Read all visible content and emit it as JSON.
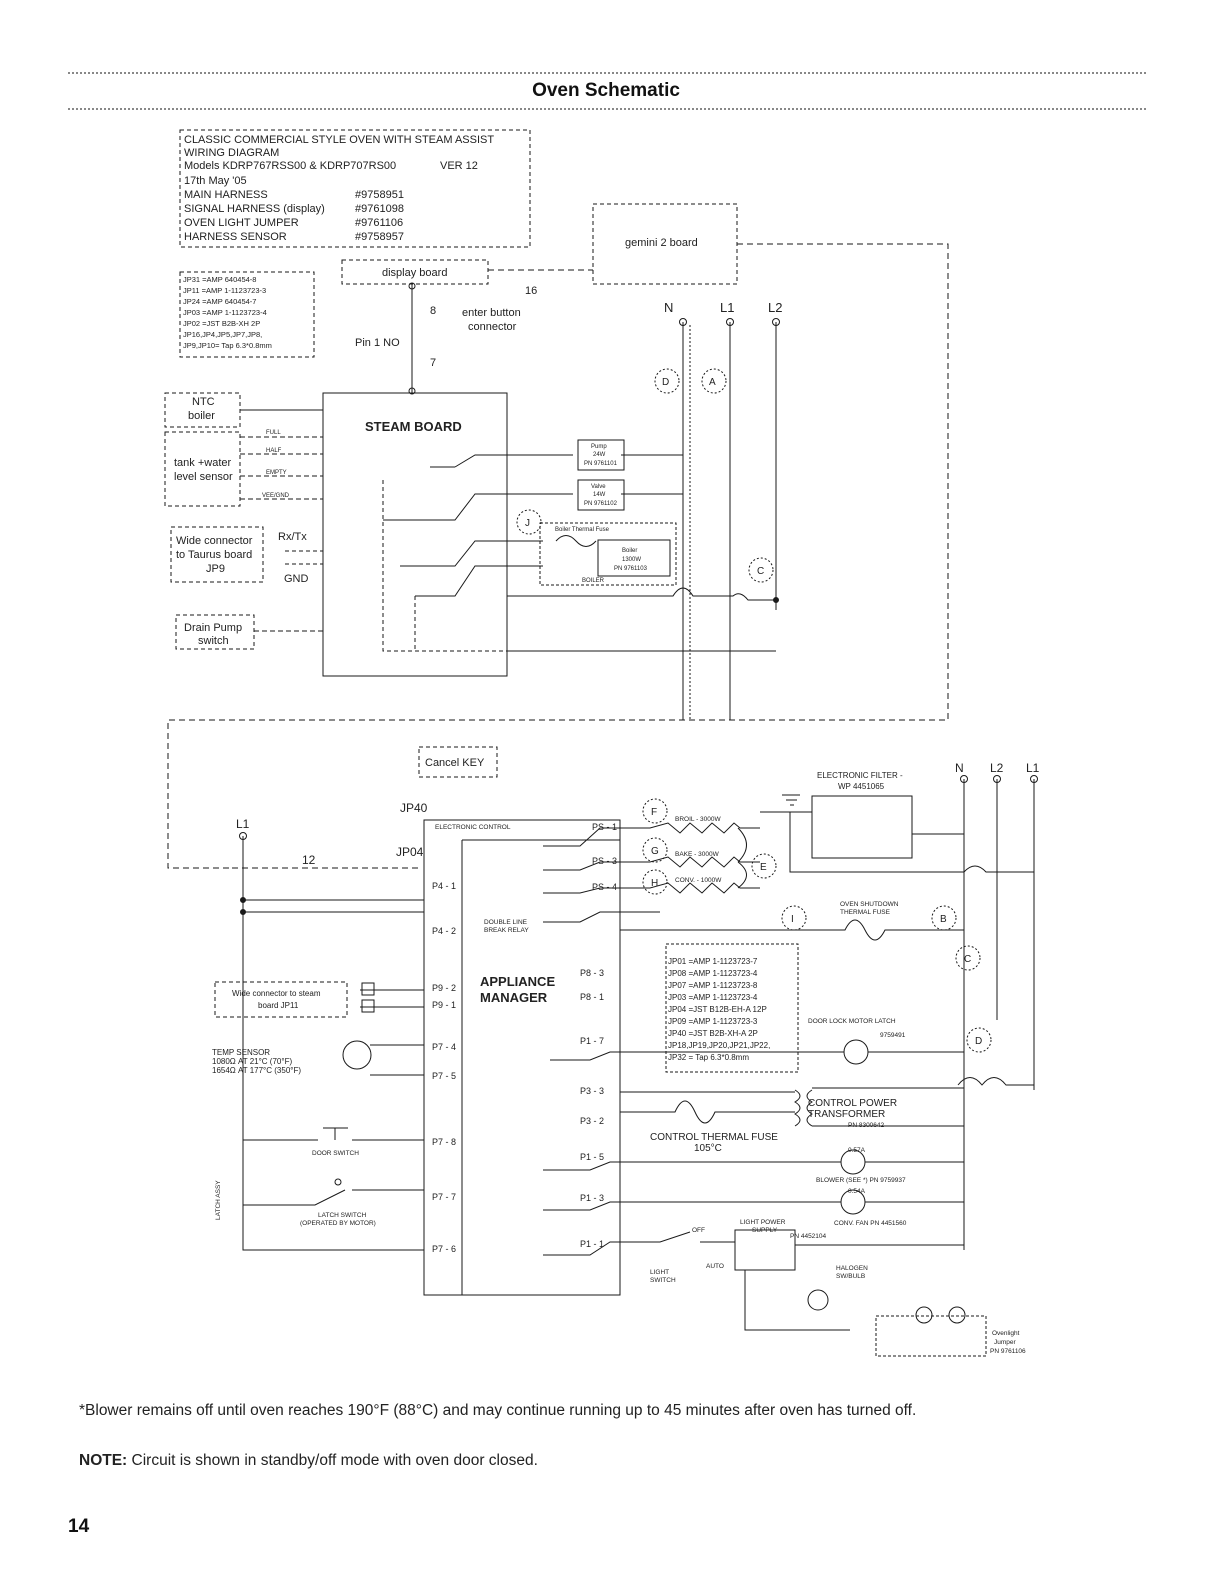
{
  "page": {
    "title": "Oven Schematic",
    "page_number": "14",
    "footnote": "*Blower remains off until oven reaches 190°F (88°C) and may continue running up to 45 minutes after oven has turned off.",
    "note_label": "NOTE:",
    "note_text": " Circuit is shown in standby/off mode with oven door closed."
  },
  "header_box": {
    "lines": [
      "CLASSIC COMMERCIAL STYLE OVEN WITH STEAM ASSIST",
      "WIRING DIAGRAM",
      "Models KDRP767RSS00 & KDRP707RS00",
      "17th May '05",
      "MAIN HARNESS",
      "SIGNAL HARNESS (display)",
      "OVEN LIGHT JUMPER",
      "HARNESS SENSOR"
    ],
    "version": "VER 12",
    "part_numbers": [
      "#9758951",
      "#9761098",
      "#9761106",
      "#9758957"
    ]
  },
  "connector_box": {
    "lines": [
      "JP31 =AMP 640454-8",
      "JP11 =AMP 1-1123723-3",
      "JP24 =AMP 640454-7",
      "JP03 =AMP 1-1123723-4",
      "JP02 =JST B2B-XH 2P",
      "JP16,JP4,JP5,JP7,JP8,",
      "JP9,JP10= Tap 6.3*0.8mm"
    ]
  },
  "steam_section": {
    "display_board": "display board",
    "gemini_board": "gemini 2 board",
    "steam_board": "STEAM BOARD",
    "enter_button": "enter button",
    "connector": "connector",
    "pin1": "Pin 1 NO",
    "wire_8": "8",
    "wire_7": "7",
    "wire_16": "16",
    "ntc_boiler": [
      "NTC",
      "boiler"
    ],
    "tank_sensor": [
      "tank +water",
      "level sensor"
    ],
    "level_labels": [
      "FULL",
      "HALF",
      "EMPTY",
      "VEE/GND"
    ],
    "wide_connector": [
      "Wide connector",
      "to Taurus board",
      "JP9"
    ],
    "rxtx": "Rx/Tx",
    "gnd": "GND",
    "drain_pump": [
      "Drain Pump",
      "switch"
    ],
    "pump": [
      "Pump",
      "24W",
      "PN 9761101"
    ],
    "valve": [
      "Valve",
      "14W",
      "PN 9761102"
    ],
    "boiler": [
      "Boiler",
      "1300W",
      "PN 9761103"
    ],
    "boiler_thermal_fuse": "Boiler Thermal Fuse",
    "boiler_label": "BOILER",
    "mains": [
      "N",
      "L1",
      "L2"
    ],
    "circles": [
      "D",
      "A",
      "J",
      "C"
    ]
  },
  "oven_section": {
    "cancel_key": "Cancel KEY",
    "jp40": "JP40",
    "jp04": "JP04",
    "l1": "L1",
    "wire_12": "12",
    "appliance_manager": [
      "APPLIANCE",
      "MANAGER"
    ],
    "electronic_control": "ELECTRONIC CONTROL",
    "double_line_break": [
      "DOUBLE LINE",
      "BREAK RELAY"
    ],
    "pins_left": [
      "P4 - 1",
      "P4 - 2",
      "P9 - 2",
      "P9 - 1",
      "P7 - 4",
      "P7 - 5",
      "P7 - 8",
      "P7 - 7",
      "P7 - 6"
    ],
    "pins_right": [
      "PS - 1",
      "PS - 3",
      "PS - 4",
      "P8 - 3",
      "P8 - 1",
      "P1 - 7",
      "P3 - 3",
      "P3 - 2",
      "P1 - 5",
      "P1 - 3",
      "P1 - 1"
    ],
    "wide_connector_steam": [
      "Wide connector to steam",
      "board JP11"
    ],
    "temp_sensor": [
      "TEMP SENSOR",
      "1080Ω AT 21°C (70°F)",
      "1654Ω AT 177°C (350°F)"
    ],
    "door_switch": "DOOR SWITCH",
    "latch_switch": [
      "LATCH SWITCH",
      "(OPERATED BY MOTOR)"
    ],
    "latch_assy": "LATCH ASSY",
    "elements": [
      "BROIL - 3000W",
      "BAKE - 3000W",
      "CONV. - 1000W"
    ],
    "circles": [
      "F",
      "G",
      "H",
      "E",
      "I",
      "B",
      "C",
      "D"
    ],
    "connector_list": [
      "JP01 =AMP 1-1123723-7",
      "JP08 =AMP 1-1123723-4",
      "JP07 =AMP 1-1123723-8",
      "JP03 =AMP 1-1123723-4",
      "JP04 =JST B12B-EH-A 12P",
      "JP09 =AMP 1-1123723-3",
      "JP40 =JST B2B-XH-A 2P",
      "JP18,JP19,JP20,JP21,JP22,",
      "JP32 = Tap 6.3*0.8mm"
    ],
    "electronic_filter": [
      "ELECTRONIC FILTER -",
      "WP 4451065"
    ],
    "shutdown_fuse": [
      "OVEN SHUTDOWN",
      "THERMAL FUSE"
    ],
    "door_lock": "DOOR LOCK MOTOR LATCH",
    "door_lock_pn": "9759491",
    "transformer": [
      "CONTROL POWER",
      "TRANSFORMER",
      "PN 8300642"
    ],
    "control_fuse": [
      "CONTROL THERMAL FUSE",
      "105°C"
    ],
    "blower": "BLOWER (SEE *)   PN 9759937",
    "conv_fan": "CONV. FAN    PN 4451560",
    "light_power": [
      "LIGHT POWER",
      "SUPPLY",
      "PN 4452104"
    ],
    "halogen": [
      "HALOGEN",
      "SW/BULB"
    ],
    "light_switch": [
      "LIGHT",
      "SWITCH"
    ],
    "off": "OFF",
    "auto": "AUTO",
    "jumper": [
      "Ovenlight",
      "Jumper",
      "PN 9761106"
    ],
    "mains": [
      "N",
      "L2",
      "L1"
    ],
    "current_057": "0.57A",
    "current_054": "0.54A"
  }
}
